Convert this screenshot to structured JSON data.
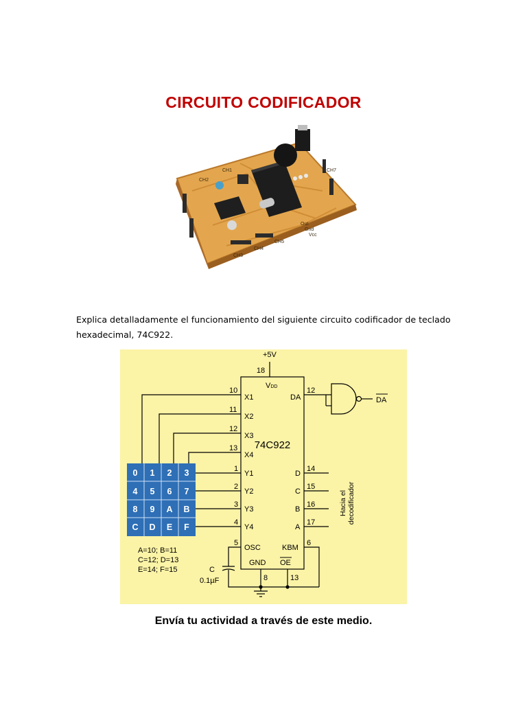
{
  "title": "CIRCUITO CODIFICADOR",
  "instructions": {
    "line1": "Explica detalladamente el funcionamiento del siguiente circuito codificador de teclado",
    "line2": "hexadecimal, 74C922."
  },
  "board_labels": {
    "ch2": "CH2",
    "ch1": "CH1",
    "ch3": "CH3",
    "ch4": "CH4",
    "ch5": "CH5",
    "ch7": "CH7",
    "out": "Out",
    "gnd": "Gnd",
    "vcc": "Vcc"
  },
  "schematic": {
    "chip": "74C922",
    "supply": "+5V",
    "pins": {
      "vdd_label": "V",
      "vdd_sub": "DD",
      "vdd_num": "18",
      "x1": "X1",
      "x1_num": "10",
      "x2": "X2",
      "x2_num": "11",
      "x3": "X3",
      "x3_num": "12",
      "x4": "X4",
      "x4_num": "13",
      "y1": "Y1",
      "y1_num": "1",
      "y2": "Y2",
      "y2_num": "2",
      "y3": "Y3",
      "y3_num": "3",
      "y4": "Y4",
      "y4_num": "4",
      "osc": "OSC",
      "osc_num": "5",
      "gnd": "GND",
      "gnd_num": "8",
      "da": "DA",
      "da_num": "12",
      "d": "D",
      "d_num": "14",
      "c": "C",
      "c_num": "15",
      "b": "B",
      "b_num": "16",
      "a": "A",
      "a_num": "17",
      "kbm": "KBM",
      "kbm_num": "6",
      "oe": "OE",
      "oe_num": "13"
    },
    "da_out": "DA",
    "decoder_line1": "Hacia el",
    "decoder_line2": "decodificador",
    "keys": [
      [
        "0",
        "1",
        "2",
        "3"
      ],
      [
        "4",
        "5",
        "6",
        "7"
      ],
      [
        "8",
        "9",
        "A",
        "B"
      ],
      [
        "C",
        "D",
        "E",
        "F"
      ]
    ],
    "key_values": [
      "A=10; B=11",
      "C=12; D=13",
      "E=14; F=15"
    ],
    "cap_label": "C",
    "cap_value": "0.1µF"
  },
  "footer": "Envía tu actividad a través de este medio.",
  "colors": {
    "title": "#c00000",
    "diagram_bg": "#fbf3a6",
    "keypad": "#2e6fb6",
    "board": "#e3a64e"
  }
}
